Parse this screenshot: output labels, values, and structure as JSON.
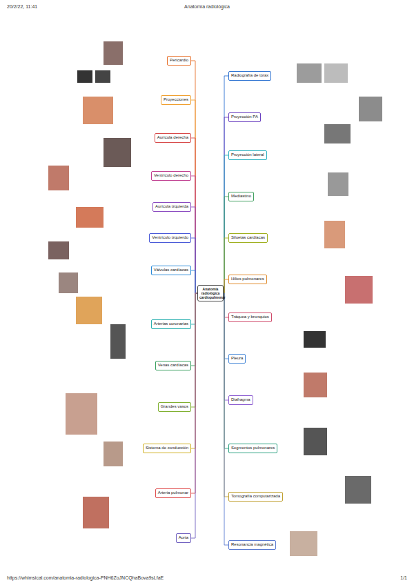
{
  "diagram": {
    "title": "Anatomía radiológica",
    "nodes": [
      {
        "text": [
          "Anatomía radiológica cardiopulmonar"
        ]
      },
      {
        "text": [
          "Pericardio"
        ]
      },
      {
        "text": [
          "Proyecciones"
        ]
      },
      {
        "text": [
          "Aurícula derecha"
        ]
      },
      {
        "text": [
          "Ventrículo derecho"
        ]
      },
      {
        "text": [
          "Aurícula izquierda"
        ]
      },
      {
        "text": [
          "Ventrículo izquierdo"
        ]
      },
      {
        "text": [
          "Válvulas cardíacas"
        ]
      },
      {
        "text": [
          "Arterias coronarias"
        ]
      },
      {
        "text": [
          "Venas cardíacas"
        ]
      },
      {
        "text": [
          "Grandes vasos"
        ]
      },
      {
        "text": [
          "Sistema de conducción"
        ]
      },
      {
        "text": [
          "Arteria pulmonar"
        ]
      },
      {
        "text": [
          "Aorta"
        ]
      },
      {
        "text": [
          "Radiografía de tórax"
        ]
      },
      {
        "text": [
          "Proyección PA"
        ]
      },
      {
        "text": [
          "Proyección lateral"
        ]
      },
      {
        "text": [
          "Mediastino"
        ]
      },
      {
        "text": [
          "Siluetas cardíacas"
        ]
      },
      {
        "text": [
          "Hilios pulmonares"
        ]
      },
      {
        "text": [
          "Tráquea y bronquios"
        ]
      },
      {
        "text": [
          "Pleura"
        ]
      },
      {
        "text": [
          "Diafragma"
        ]
      },
      {
        "text": [
          "Segmentos pulmonares"
        ]
      },
      {
        "text": [
          "Tomografía computarizada"
        ]
      },
      {
        "text": [
          "Resonancia magnética"
        ]
      }
    ],
    "edges": [
      {
        "from": 0,
        "to": 1,
        "arrow": "none"
      },
      {
        "from": 0,
        "to": 2,
        "arrow": "none"
      },
      {
        "from": 0,
        "to": 3,
        "arrow": "none"
      },
      {
        "from": 0,
        "to": 4,
        "arrow": "none"
      },
      {
        "from": 0,
        "to": 5,
        "arrow": "none"
      },
      {
        "from": 0,
        "to": 6,
        "arrow": "none"
      },
      {
        "from": 0,
        "to": 7,
        "arrow": "none"
      },
      {
        "from": 0,
        "to": 8,
        "arrow": "none"
      },
      {
        "from": 0,
        "to": 9,
        "arrow": "none"
      },
      {
        "from": 0,
        "to": 10,
        "arrow": "none"
      },
      {
        "from": 0,
        "to": 11,
        "arrow": "none"
      },
      {
        "from": 0,
        "to": 12,
        "arrow": "none"
      },
      {
        "from": 0,
        "to": 13,
        "arrow": "none"
      },
      {
        "from": 0,
        "to": 14,
        "arrow": "none"
      },
      {
        "from": 0,
        "to": 15,
        "arrow": "none"
      },
      {
        "from": 0,
        "to": 16,
        "arrow": "none"
      },
      {
        "from": 0,
        "to": 17,
        "arrow": "none"
      },
      {
        "from": 0,
        "to": 18,
        "arrow": "none"
      },
      {
        "from": 0,
        "to": 19,
        "arrow": "none"
      },
      {
        "from": 0,
        "to": 20,
        "arrow": "none"
      },
      {
        "from": 0,
        "to": 21,
        "arrow": "none"
      },
      {
        "from": 0,
        "to": 22,
        "arrow": "none"
      },
      {
        "from": 0,
        "to": 23,
        "arrow": "none"
      },
      {
        "from": 0,
        "to": 24,
        "arrow": "none"
      },
      {
        "from": 0,
        "to": 25,
        "arrow": "none"
      }
    ],
    "labels": [
      "20/2/22, 11:41",
      "https://whimsical.com/anatomia-radiologica-PNH6ZoJNCQhaBova9sLfaE",
      "1/1"
    ]
  }
}
